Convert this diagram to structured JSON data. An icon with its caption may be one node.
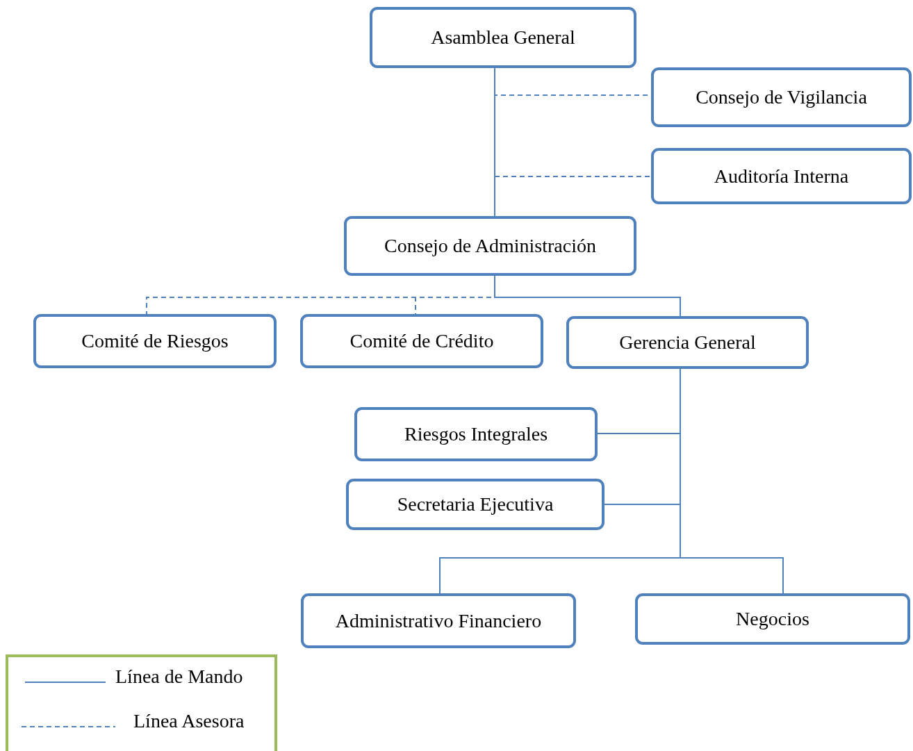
{
  "diagram": {
    "nodes": [
      {
        "text": [
          "Asamblea General"
        ]
      },
      {
        "text": [
          "Consejo de Vigilancia"
        ]
      },
      {
        "text": [
          "Auditoría Interna"
        ]
      },
      {
        "text": [
          "Consejo de Administración"
        ]
      },
      {
        "text": [
          "Comité de Riesgos"
        ]
      },
      {
        "text": [
          "Comité de Crédito"
        ]
      },
      {
        "text": [
          "Gerencia General"
        ]
      },
      {
        "text": [
          "Riesgos Integrales"
        ]
      },
      {
        "text": [
          "Secretaria Ejecutiva"
        ]
      },
      {
        "text": [
          "Administrativo Financiero"
        ]
      },
      {
        "text": [
          "Negocios"
        ]
      }
    ],
    "edges": [
      {
        "from": 0,
        "to": 3,
        "arrow": "none"
      },
      {
        "from": 0,
        "to": 1,
        "arrow": "none",
        "style": "dashed"
      },
      {
        "from": 0,
        "to": 2,
        "arrow": "none",
        "style": "dashed"
      },
      {
        "from": 3,
        "to": 4,
        "arrow": "none",
        "style": "dashed"
      },
      {
        "from": 3,
        "to": 5,
        "arrow": "none",
        "style": "dashed"
      },
      {
        "from": 3,
        "to": 6,
        "arrow": "none"
      },
      {
        "from": 6,
        "to": 7,
        "arrow": "none"
      },
      {
        "from": 6,
        "to": 8,
        "arrow": "none"
      },
      {
        "from": 6,
        "to": 9,
        "arrow": "none"
      },
      {
        "from": 6,
        "to": 10,
        "arrow": "none"
      }
    ],
    "legend": [
      {
        "text": "Línea de Mando"
      },
      {
        "text": "Línea Asesora"
      }
    ]
  }
}
